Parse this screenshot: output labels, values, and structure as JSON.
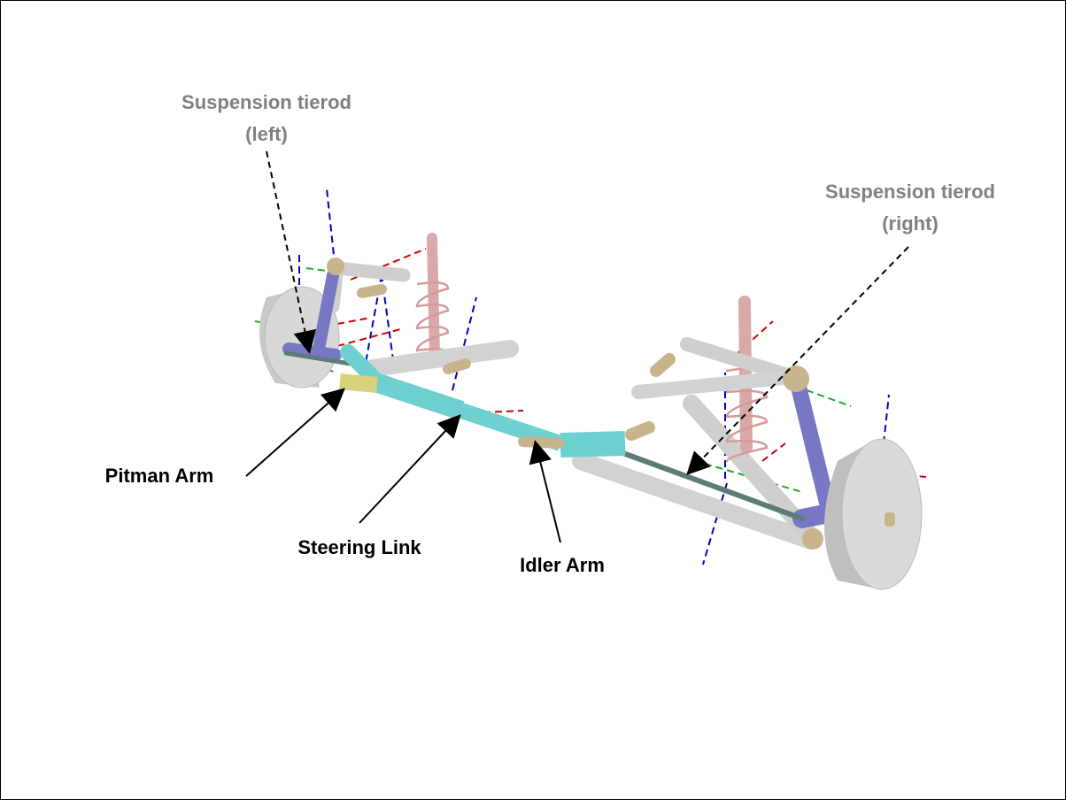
{
  "labels": {
    "tierod_left": [
      "Suspension tierod",
      "(left)"
    ],
    "tierod_right": [
      "Suspension tierod",
      "(right)"
    ],
    "pitman_arm": "Pitman Arm",
    "steering_link": "Steering Link",
    "idler_arm": "Idler Arm"
  },
  "colors": {
    "label_gray": "#808080",
    "steering_link": "#6fd0d0",
    "pitman_arm": "#d8d27a",
    "upright": "#7777c4",
    "control_arm": "#d4d4d4",
    "bushing": "#c8b48c",
    "spring": "#d9a8a8",
    "tierod": "#5d7b78",
    "axis_x": "#cc0000",
    "axis_y": "#22aa22",
    "axis_z": "#0000bb"
  }
}
